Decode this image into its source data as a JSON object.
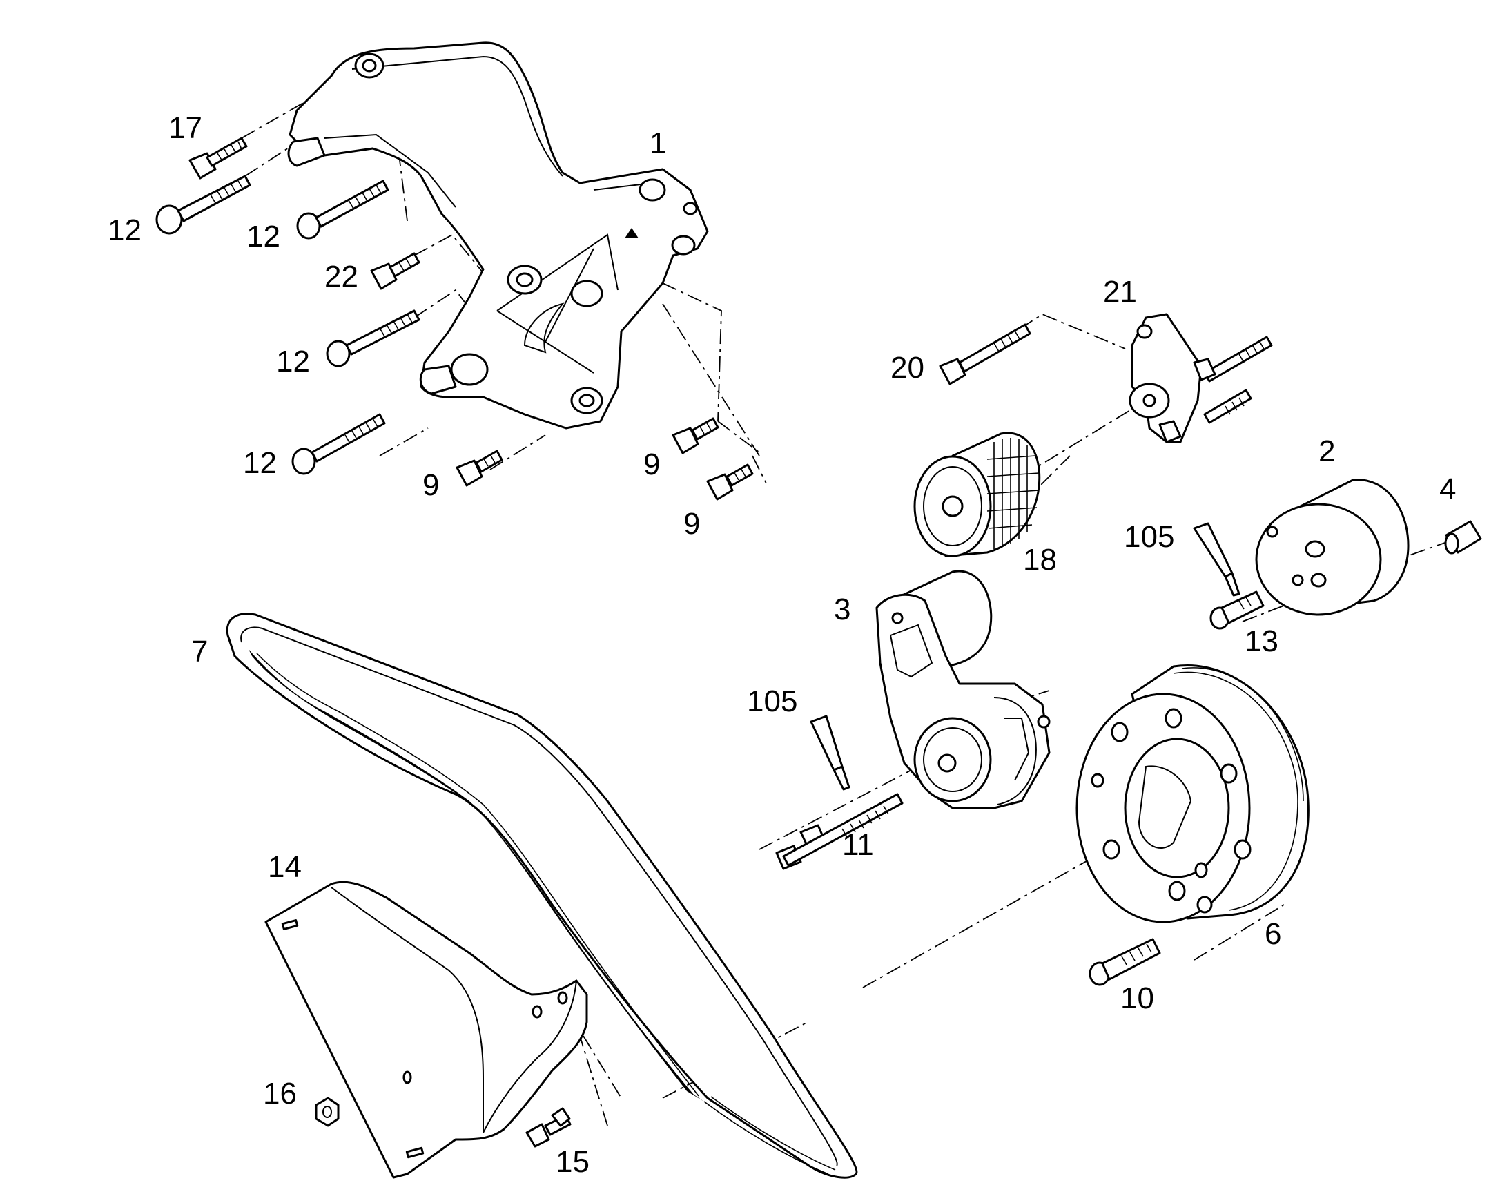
{
  "callouts": {
    "c1": "1",
    "c2": "2",
    "c3": "3",
    "c4": "4",
    "c6": "6",
    "c7": "7",
    "c9a": "9",
    "c9b": "9",
    "c9c": "9",
    "c10": "10",
    "c11": "11",
    "c12a": "12",
    "c12b": "12",
    "c12c": "12",
    "c12d": "12",
    "c13": "13",
    "c14": "14",
    "c15": "15",
    "c16": "16",
    "c17": "17",
    "c18": "18",
    "c20": "20",
    "c21": "21",
    "c22": "22",
    "c105a": "105",
    "c105b": "105"
  },
  "colors": {
    "line": "#000000",
    "background": "#ffffff"
  }
}
